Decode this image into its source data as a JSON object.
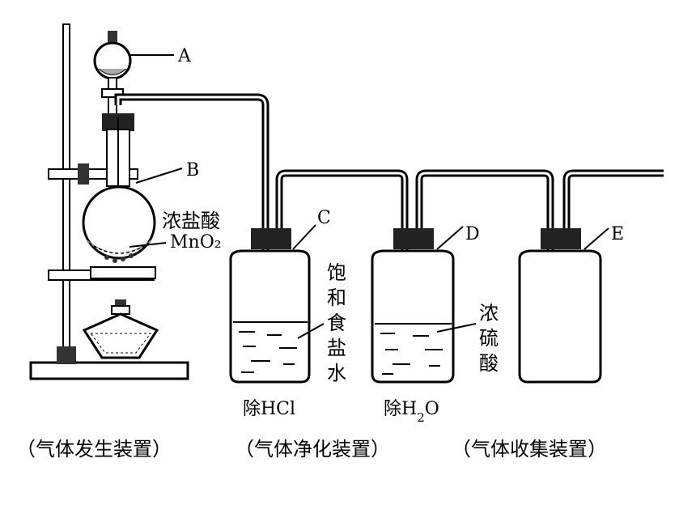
{
  "labels": {
    "A": "A",
    "B": "B",
    "C": "C",
    "D": "D",
    "E": "E"
  },
  "reagents": {
    "conc_hcl": "浓盐酸",
    "mno2": "MnO₂",
    "brine": [
      "饱",
      "和",
      "食",
      "盐",
      "水"
    ],
    "conc_h2so4": [
      "浓",
      "硫",
      "酸"
    ]
  },
  "captions": {
    "remove_hcl": "除HCl",
    "remove_h2o_prefix": "除H",
    "remove_h2o_sub": "2",
    "remove_h2o_suffix": "O"
  },
  "sections": {
    "generation": "（气体发生装置）",
    "purification": "（气体净化装置）",
    "collection": "（气体收集装置）"
  }
}
